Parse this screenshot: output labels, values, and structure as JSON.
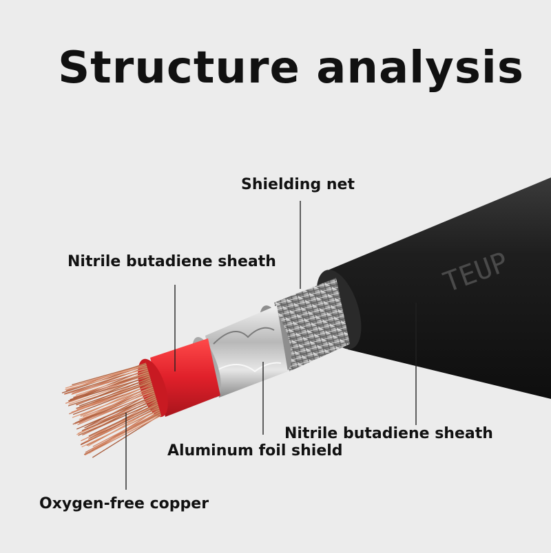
{
  "title": "Structure analysis",
  "labels": {
    "shielding_net": "Shielding net",
    "inner_sheath": "Nitrile butadiene sheath",
    "outer_sheath": "Nitrile butadiene sheath",
    "aluminum_foil": "Aluminum foil shield",
    "copper": "Oxygen-free copper"
  },
  "cable_print": "TEUP",
  "colors": {
    "background": "#ececec",
    "outer_jacket": "#1c1c1c",
    "inner_insulation": "#e0202a",
    "copper": "#c8785a",
    "foil": "#c9c9c9",
    "braid": "#a8a8a8"
  }
}
